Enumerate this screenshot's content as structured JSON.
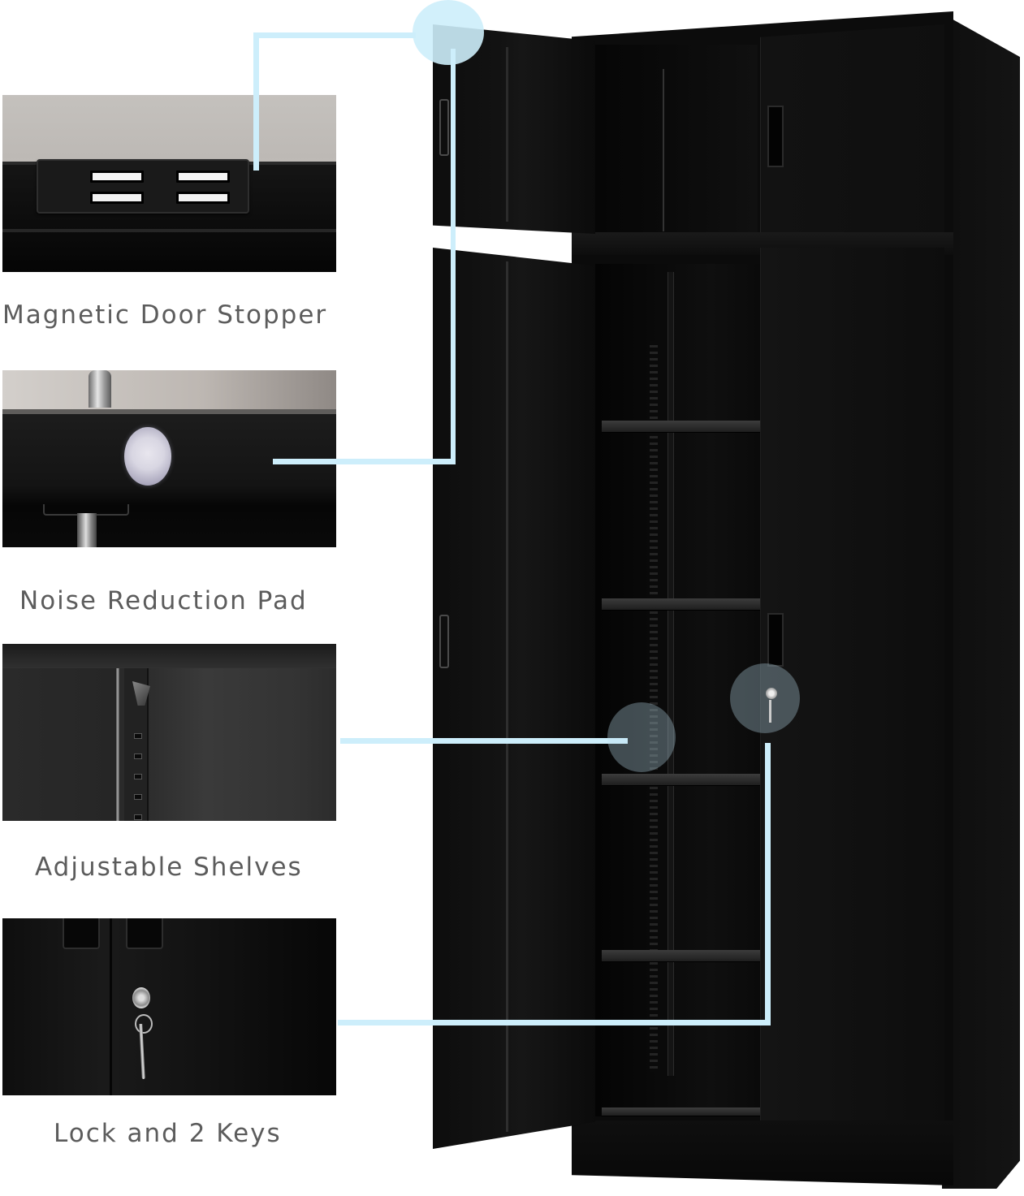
{
  "features": [
    {
      "id": "magnetic-door-stopper",
      "caption": "Magnetic Door Stopper"
    },
    {
      "id": "noise-reduction-pad",
      "caption": "Noise Reduction Pad"
    },
    {
      "id": "adjustable-shelves",
      "caption": "Adjustable Shelves"
    },
    {
      "id": "lock-and-keys",
      "caption": "Lock and 2 Keys"
    }
  ],
  "product": {
    "name": "metal storage cabinet",
    "color": "black",
    "sections": [
      "top compartment",
      "main compartment"
    ],
    "shelves_visible": 4
  },
  "colors": {
    "callout_line": "#cdeefb",
    "caption_text": "#5c5c5c",
    "cabinet": "#0b0b0b",
    "background": "#ffffff"
  }
}
